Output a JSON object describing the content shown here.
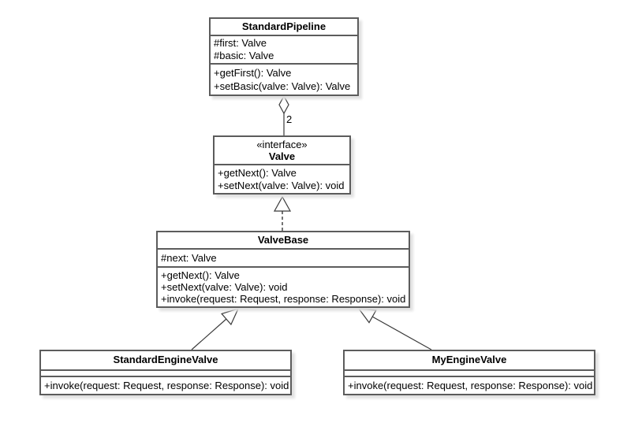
{
  "diagram": {
    "type": "uml-class-diagram",
    "colors": {
      "background": "#ffffff",
      "border": "#5c5c5c",
      "line": "#3a3a3a",
      "text": "#000000",
      "shadow": "#e2e2e2"
    },
    "classes": [
      {
        "name": "StandardPipeline",
        "attributes": [
          "#first: Valve",
          "#basic: Valve"
        ],
        "methods": [
          "+getFirst(): Valve",
          "+setBasic(valve: Valve): Valve"
        ]
      },
      {
        "stereotype": "«interface»",
        "name": "Valve",
        "attributes": [],
        "methods": [
          "+getNext(): Valve",
          "+setNext(valve: Valve): void"
        ]
      },
      {
        "name": "ValveBase",
        "attributes": [
          "#next: Valve"
        ],
        "methods": [
          "+getNext(): Valve",
          "+setNext(valve: Valve): void",
          "+invoke(request: Request, response: Response): void"
        ]
      },
      {
        "name": "StandardEngineValve",
        "attributes": [],
        "methods": [
          "+invoke(request: Request, response: Response): void"
        ]
      },
      {
        "name": "MyEngineValve",
        "attributes": [],
        "methods": [
          "+invoke(request: Request, response: Response): void"
        ]
      }
    ],
    "relationships": [
      {
        "type": "aggregation",
        "from": "StandardPipeline",
        "to": "Valve",
        "multiplicity": "2"
      },
      {
        "type": "realization",
        "from": "ValveBase",
        "to": "Valve"
      },
      {
        "type": "generalization",
        "from": "StandardEngineValve",
        "to": "ValveBase"
      },
      {
        "type": "generalization",
        "from": "MyEngineValve",
        "to": "ValveBase"
      }
    ]
  }
}
